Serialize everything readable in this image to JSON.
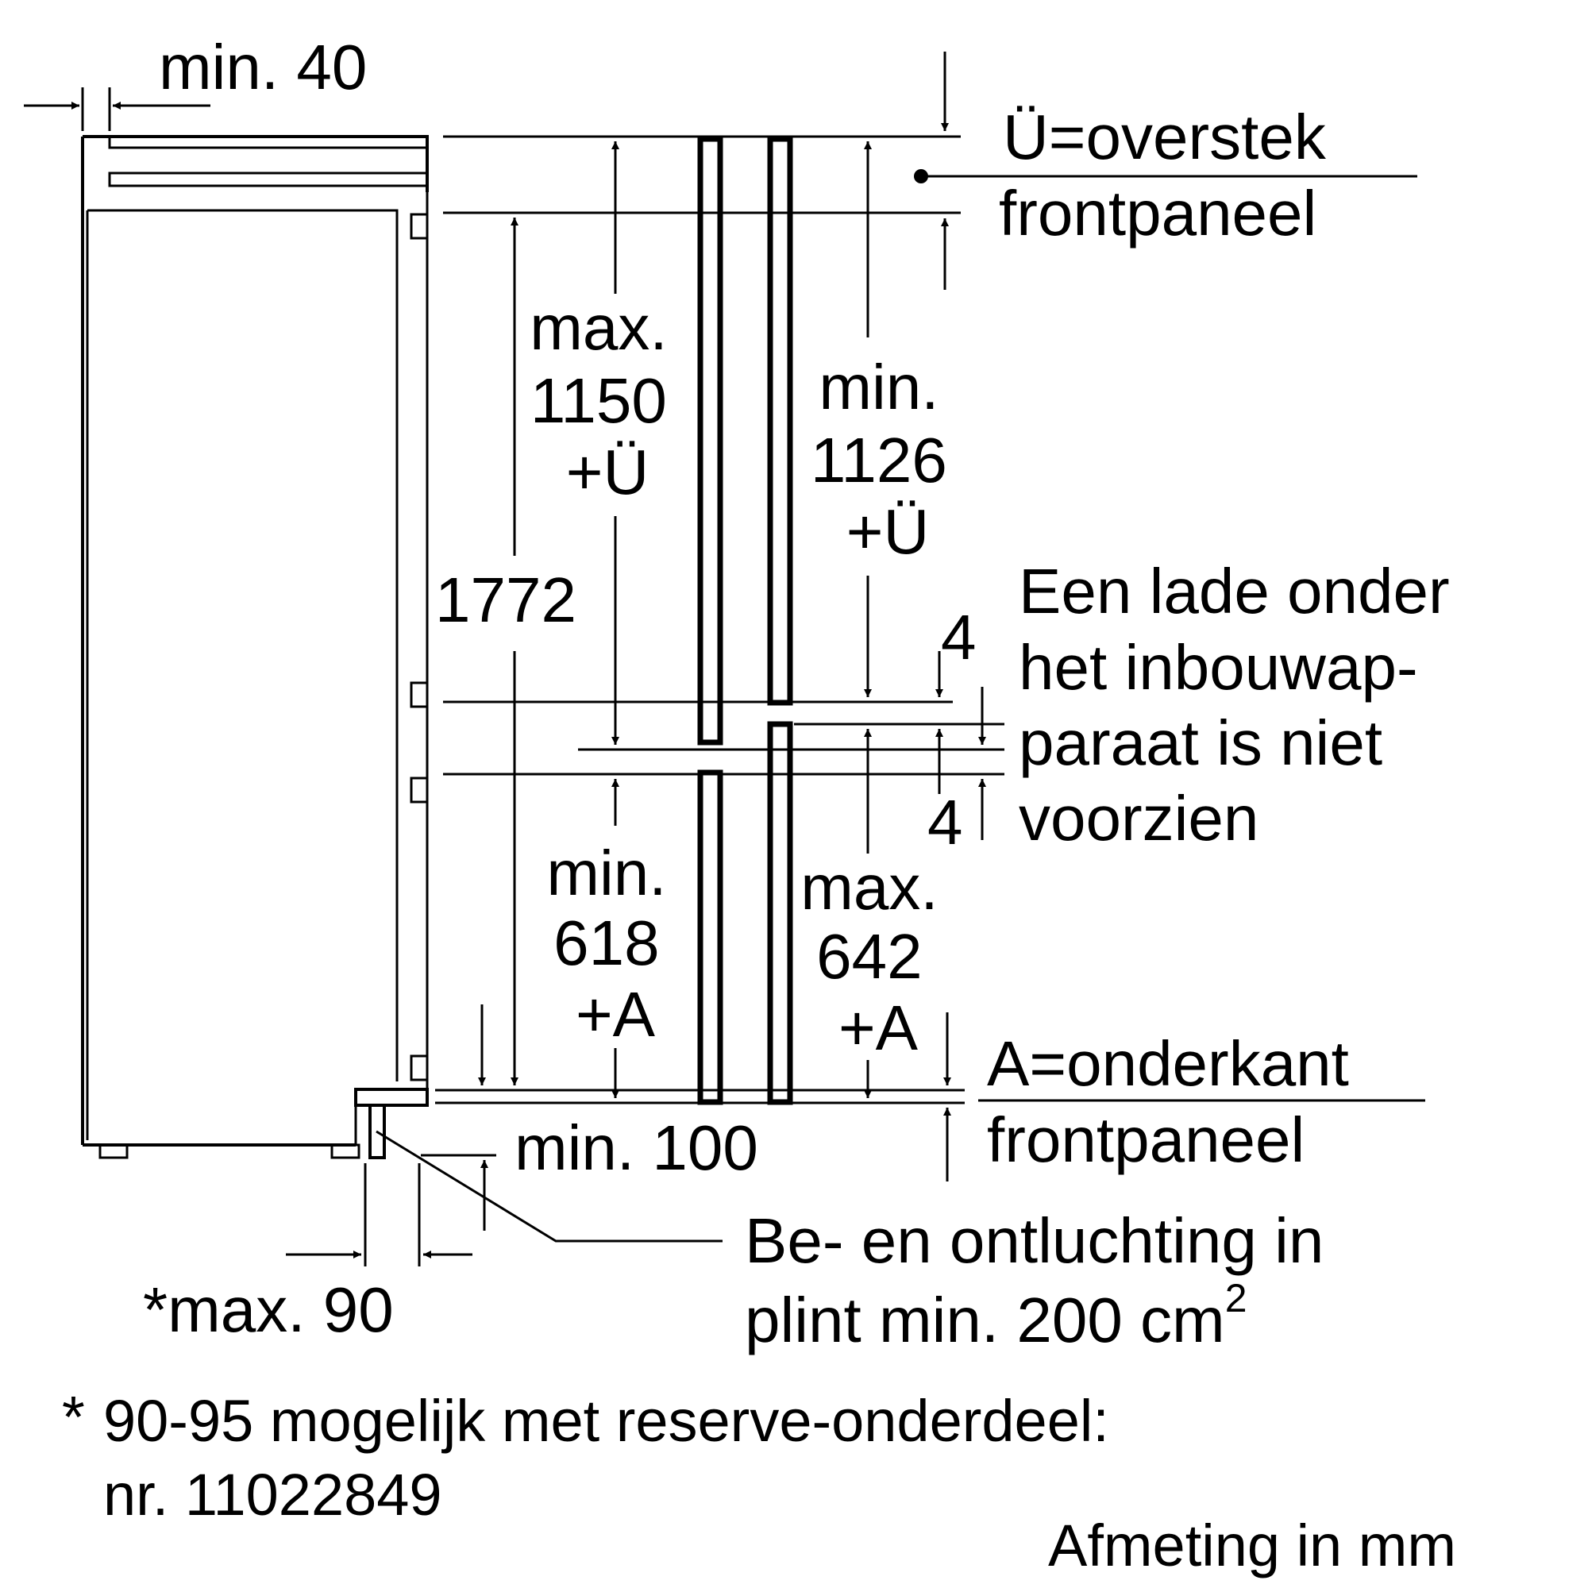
{
  "diagram": {
    "top_clearance": "min. 40",
    "overhang_line1": "Ü=overstek",
    "overhang_line2": "frontpaneel",
    "upper_door_max": [
      "max.",
      "1150",
      "+Ü"
    ],
    "upper_panel_min": [
      "min.",
      "1126",
      "+Ü"
    ],
    "niche_height": "1772",
    "gap_upper": "4",
    "gap_lower": "4",
    "drawer_note": [
      "Een lade onder",
      "het inbouwap-",
      "paraat is niet",
      "voorzien"
    ],
    "lower_door_min": [
      "min.",
      "618",
      "+A"
    ],
    "lower_panel_max": [
      "max.",
      "642",
      "+A"
    ],
    "bottom_edge_line1": "A=onderkant",
    "bottom_edge_line2": "frontpaneel",
    "plinth_clearance": "min. 100",
    "vent_line1": "Be- en ontluchting in",
    "vent_line2": "plint min. 200 cm",
    "vent_sup": "2",
    "plinth_depth": "*max. 90",
    "footnote_star": "*",
    "footnote_line1": "90-95 mogelijk met reserve-onderdeel:",
    "footnote_line2": "nr. 11022849",
    "unit_note": "Afmeting in mm"
  }
}
